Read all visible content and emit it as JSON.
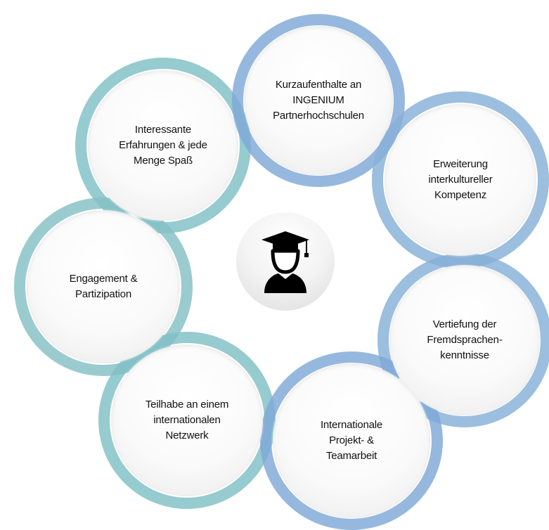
{
  "center": {
    "icon": "graduate-student-icon"
  },
  "nodes": [
    {
      "id": "kurzaufenthalte",
      "label": "Kurzaufenthalte an\nINGENIUM\nPartnerhochschulen"
    },
    {
      "id": "erweiterung",
      "label": "Erweiterung\ninterkultureller\nKompetenz"
    },
    {
      "id": "vertiefung",
      "label": "Vertiefung der\nFremdsprachen-\nkenntnisse"
    },
    {
      "id": "projektarbeit",
      "label": "Internationale\nProjekt- &\nTeamarbeit"
    },
    {
      "id": "netzwerk",
      "label": "Teilhabe an einem\ninternationalen\nNetzwerk"
    },
    {
      "id": "engagement",
      "label": "Engagement &\nPartizipation"
    },
    {
      "id": "erfahrungen",
      "label": "Interessante\nErfahrungen & jede\nMenge Spaß"
    }
  ],
  "colors": {
    "ring_blue": "#7fa8d8",
    "ring_teal": "#7fc0c4"
  }
}
